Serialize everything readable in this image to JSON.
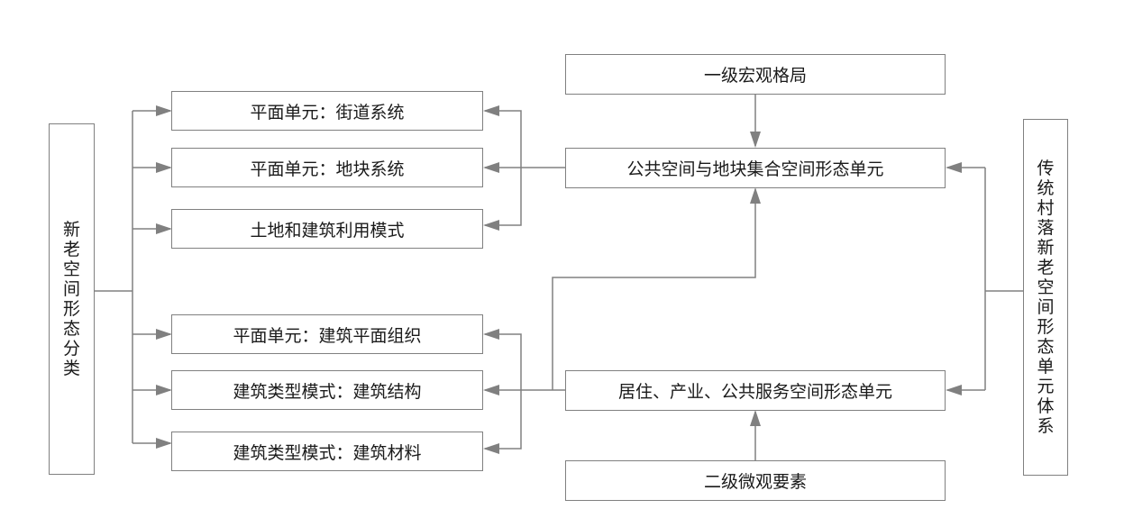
{
  "left_category": "新老空间形态分类",
  "right_system": "传统村落新老空间形态单元体系",
  "top_level": "一级宏观格局",
  "bottom_level": "二级微观要素",
  "middle_units": {
    "public_space": "公共空间与地块集合空间形态单元",
    "residential": "居住、产业、公共服务空间形态单元"
  },
  "left_items": [
    "平面单元：街道系统",
    "平面单元：地块系统",
    "土地和建筑利用模式",
    "平面单元：建筑平面组织",
    "建筑类型模式：建筑结构",
    "建筑类型模式：建筑材料"
  ],
  "line_color": "#808080"
}
